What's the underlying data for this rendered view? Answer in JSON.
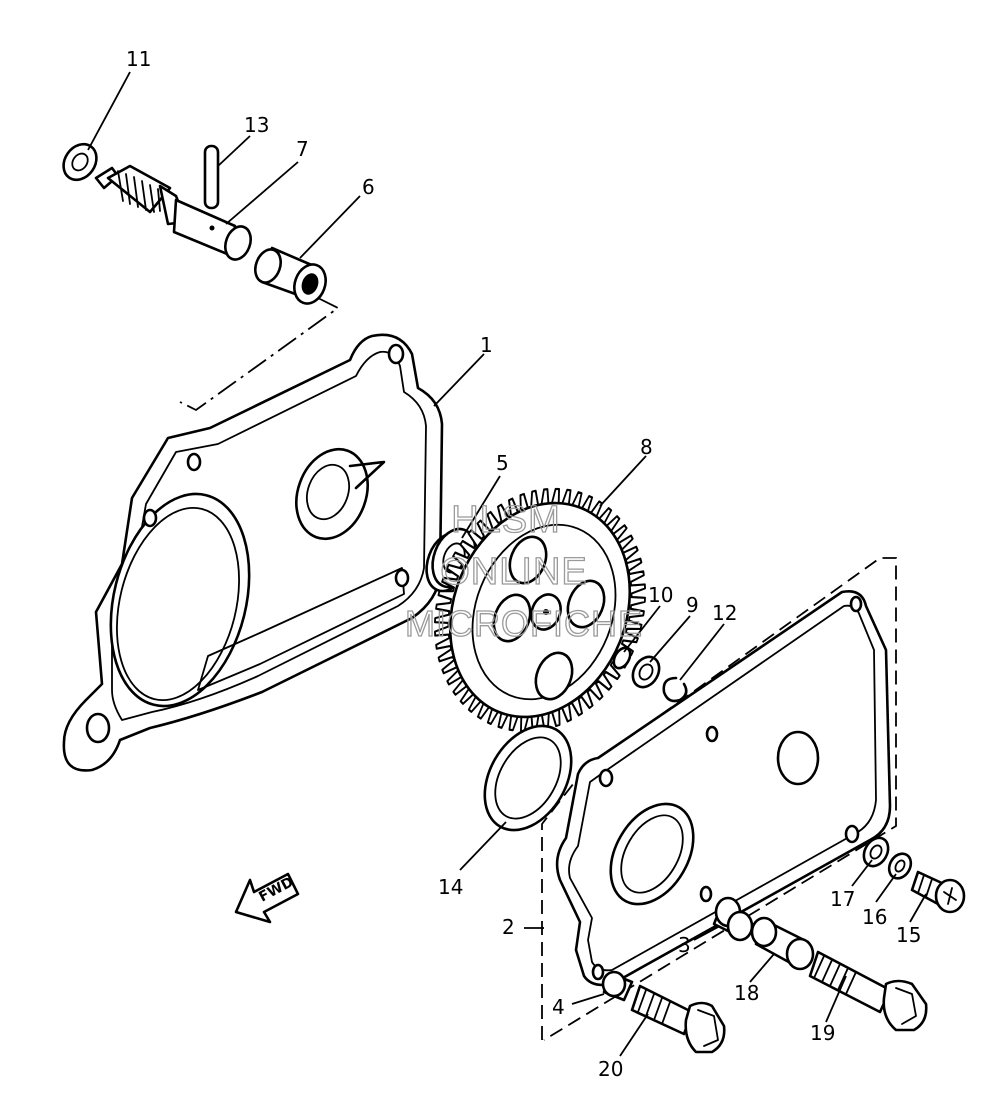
{
  "callouts": {
    "n1": "1",
    "n2": "2",
    "n3": "3",
    "n4": "4",
    "n5": "5",
    "n6": "6",
    "n7": "7",
    "n8": "8",
    "n9": "9",
    "n10": "10",
    "n11": "11",
    "n12": "12",
    "n13": "13",
    "n14": "14",
    "n15": "15",
    "n16": "16",
    "n17": "17",
    "n18": "18",
    "n19": "19",
    "n20": "20"
  },
  "direction_arrow": {
    "label": "FWD"
  },
  "watermark": {
    "line1": "HLSM",
    "line2": "ONLINE",
    "line3": "MICROFICHE"
  }
}
